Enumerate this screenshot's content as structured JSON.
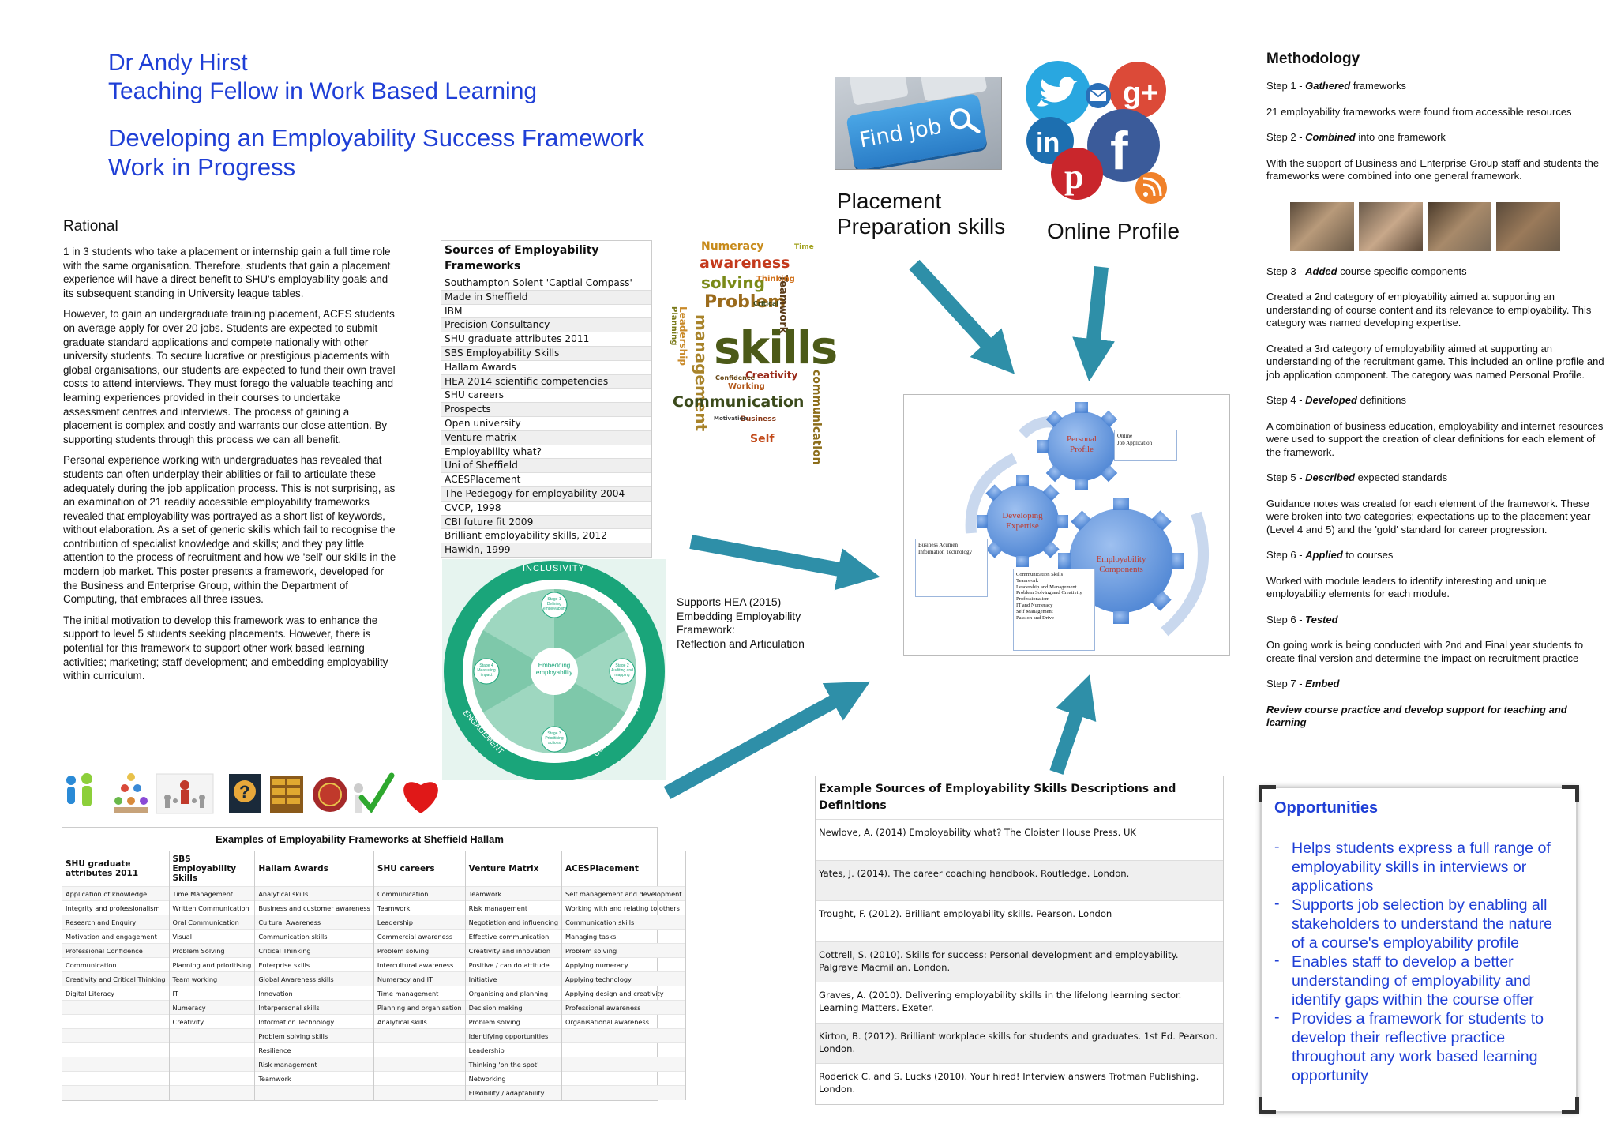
{
  "header": {
    "name": "Dr Andy Hirst",
    "role": "Teaching Fellow in Work Based Learning",
    "title_line1": "Developing an Employability Success Framework",
    "title_line2": "Work in Progress"
  },
  "rational": {
    "heading": "Rational",
    "paragraphs": [
      "1 in 3 students who take a placement or internship gain a full time role with the same organisation. Therefore, students that gain a placement experience will have a direct benefit to SHU's employability goals and its subsequent standing in University league tables.",
      "However, to gain an undergraduate training placement, ACES students on average apply for over 20 jobs. Students are expected to submit graduate standard applications and compete nationally with other university students. To secure lucrative or prestigious placements with global organisations, our students are expected to fund their own travel costs to attend interviews. They must forego the valuable teaching and learning experiences provided in their courses to undertake assessment centres and interviews. The process of gaining a placement is complex and costly and warrants our close attention. By supporting students through this process we can all benefit.",
      "Personal experience working with undergraduates has revealed that students can often underplay their abilities or fail to articulate these adequately during the job application process. This is not surprising, as an examination of 21 readily accessible employability frameworks revealed that employability was portrayed as a short list of keywords, without elaboration. As a set of generic skills which fail to recognise the contribution of specialist knowledge and skills; and they pay little attention to the process of recruitment and how we 'sell' our skills in the modern job market. This poster presents a framework, developed for the Business and Enterprise Group, within the Department of Computing, that embraces all three issues.",
      "The initial motivation to develop this framework was to enhance the support to level 5 students seeking placements. However, there is potential for this framework to support other work based learning activities; marketing; staff development; and embedding employability within curriculum."
    ]
  },
  "sources": {
    "heading": "Sources of Employability Frameworks",
    "items": [
      "Southampton Solent 'Captial Compass'",
      "Made in Sheffield",
      "IBM",
      "Precision Consultancy",
      "SHU graduate attributes 2011",
      "SBS Employability Skills",
      "Hallam Awards",
      "HEA 2014 scientific competencies",
      "SHU careers",
      "Prospects",
      "Open university",
      "Venture matrix",
      "Employability what?",
      "Uni of Sheffield",
      "ACESPlacement",
      "The Pedegogy for employability 2004",
      "CVCP, 1998",
      "CBI future fit 2009",
      "Brilliant employability skills, 2012",
      "Hawkin, 1999"
    ]
  },
  "wordcloud": {
    "words": [
      "Numeracy",
      "awareness",
      "solving",
      "Problem",
      "management",
      "skills",
      "Communication",
      "Creativity",
      "communication",
      "Leadership",
      "Teamwork",
      "Planning",
      "Self",
      "Time",
      "Working",
      "Thinking",
      "Business",
      "Critical",
      "Motivation",
      "Confidence"
    ]
  },
  "photos": {
    "find_job": "Find job",
    "placement_label_1": "Placement",
    "placement_label_2": "Preparation skills",
    "online_label": "Online Profile"
  },
  "wheel": {
    "ring_top": "INCLUSIVITY",
    "ring_left": "ENGAGEMENT",
    "ring_right": "COLLABORATION",
    "center": "Embedding employability",
    "stages": [
      "Stage 1 Defining employability",
      "Stage 2 Auditing and mapping",
      "Stage 3 Prioritising actions",
      "Stage 4 Measuring impact"
    ]
  },
  "hea": {
    "lines": [
      "Supports HEA (2015)",
      "Embedding Employability",
      "Framework:",
      "Reflection and Articulation"
    ]
  },
  "diagram": {
    "gear_personal": "Personal Profile",
    "gear_developing": "Developing Expertise",
    "gear_employability": "Employability Components",
    "personal_items": [
      "Online",
      "Job Application"
    ],
    "developing_items": [
      "Business Acumen",
      "Information Technology"
    ],
    "employability_items": [
      "Communication Skills",
      "Teamwork",
      "Leadership and Management",
      "Problem Solving and Creativity",
      "Professionalism",
      "IT and Numeracy",
      "Self Management",
      "Passion and Drive"
    ]
  },
  "methodology": {
    "title": "Methodology",
    "step1_pre": "Step 1 - ",
    "step1_em": "Gathered",
    "step1_post": " frameworks",
    "step1_text": "21 employability frameworks were found from accessible resources",
    "step2_pre": "Step 2 - ",
    "step2_em": "Combined",
    "step2_post": " into one framework",
    "step2_text": "With the support of Business and Enterprise Group staff and students the frameworks were combined into one general framework.",
    "step3_pre": "Step 3 - ",
    "step3_em": "Added",
    "step3_post": " course specific components",
    "step3_text1": "Created a 2nd category of employability aimed at supporting an understanding of course content and its relevance to employability. This category was named developing expertise.",
    "step3_text2": "Created a 3rd category of employability aimed at supporting an understanding of the recruitment game. This included an online profile and job application component. The category was named Personal Profile.",
    "step4_pre": "Step 4 - ",
    "step4_em": "Developed",
    "step4_post": " definitions",
    "step4_text": "A combination of business education, employability and internet resources were used to support the creation of clear definitions for each element of the framework.",
    "step5_pre": "Step 5 - ",
    "step5_em": "Described",
    "step5_post": " expected standards",
    "step5_text": "Guidance notes was created for each element of the framework. These were broken into two categories;  expectations up to the placement year (Level 4 and 5) and the 'gold' standard for career progression.",
    "step6a_pre": "Step 6 - ",
    "step6a_em": "Applied",
    "step6a_post": " to courses",
    "step6a_text": "Worked with module leaders to identify interesting and unique employability elements for each module.",
    "step6b_pre": "Step 6 - ",
    "step6b_em": "Tested",
    "step6b_text": "On going work is being conducted with 2nd and Final year students to create final version and determine the impact on recruitment practice",
    "step7_pre": "Step 7 - ",
    "step7_em": "Embed",
    "step7_text": "Review course practice and develop support for teaching and learning"
  },
  "frameworks_table": {
    "caption": "Examples of Employability Frameworks at Sheffield Hallam",
    "headers": [
      "SHU graduate attributes 2011",
      "SBS Employability Skills",
      "Hallam Awards",
      "SHU careers",
      "Venture Matrix",
      "ACESPlacement"
    ],
    "rows": [
      [
        "Application of knowledge",
        "Time Management",
        "Analytical skills",
        "Communication",
        "Teamwork",
        "Self management and development"
      ],
      [
        "Integrity and professionalism",
        "Written Communication",
        "Business and customer awareness",
        "Teamwork",
        "Risk management",
        "Working with and relating to others"
      ],
      [
        "Research and Enquiry",
        "Oral Communication",
        "Cultural Awareness",
        "Leadership",
        "Negotiation and influencing",
        "Communication skills"
      ],
      [
        "Motivation and engagement",
        "Visual",
        "Communication skills",
        "Commercial awareness",
        "Effective communication",
        "Managing tasks"
      ],
      [
        "Professional Confidence",
        "Problem Solving",
        "Critical Thinking",
        "Problem solving",
        "Creativity and innovation",
        "Problem solving"
      ],
      [
        "Communication",
        "Planning and prioritising",
        "Enterprise skills",
        "Intercultural awareness",
        "Positive / can do attitude",
        "Applying numeracy"
      ],
      [
        "Creativity and Critical Thinking",
        "Team working",
        "Global Awareness skills",
        "Numeracy and IT",
        "Initiative",
        "Applying technology"
      ],
      [
        "Digital Literacy",
        "IT",
        "Innovation",
        "Time management",
        "Organising and planning",
        "Applying design and creativity"
      ],
      [
        "",
        "Numeracy",
        "Interpersonal skills",
        "Planning and organisation",
        "Decision making",
        "Professional awareness"
      ],
      [
        "",
        "Creativity",
        "Information Technology",
        "Analytical skills",
        "Problem solving",
        "Organisational awareness"
      ],
      [
        "",
        "",
        "Problem solving skills",
        "",
        "Identifying opportunities",
        ""
      ],
      [
        "",
        "",
        "Resilience",
        "",
        "Leadership",
        ""
      ],
      [
        "",
        "",
        "Risk management",
        "",
        "Thinking 'on the spot'",
        ""
      ],
      [
        "",
        "",
        "Teamwork",
        "",
        "Networking",
        ""
      ],
      [
        "",
        "",
        "",
        "",
        "Flexibility / adaptability",
        ""
      ]
    ]
  },
  "examples": {
    "heading": "Example Sources of Employability Skills Descriptions and Definitions",
    "items": [
      "Newlove, A. (2014) Employability what? The Cloister House Press. UK",
      "Yates, J. (2014). The career coaching handbook. Routledge. London.",
      "Trought, F. (2012). Brilliant employability skills. Pearson. London",
      "Cottrell, S. (2010). Skills for success: Personal development and employability. Palgrave Macmillan. London.",
      "Graves, A. (2010). Delivering employability skills in the lifelong learning sector. Learning Matters. Exeter.",
      "Kirton, B. (2012). Brilliant workplace skills for students and graduates. 1st Ed. Pearson. London.",
      "Roderick C. and S. Lucks (2010). Your hired! Interview answers Trotman Publishing. London."
    ]
  },
  "opportunities": {
    "title": "Opportunities",
    "items": [
      "Helps students express a full range of employability skills in interviews or applications",
      "Supports job selection by enabling all stakeholders to understand the nature of a course's employability profile",
      "Enables staff to develop a better understanding of employability and identify gaps within the course offer",
      "Provides a framework for students to develop their reflective practice throughout any work based learning opportunity"
    ]
  },
  "colors": {
    "accent_blue": "#1f3fd6",
    "arrow_teal": "#2e8fa8",
    "wheel_green": "#1aa57a",
    "gear_blue": "#5b8fd8"
  },
  "icons": [
    "people-icon",
    "team-pyramid-icon",
    "chess-icon",
    "question-head-icon",
    "gold-bars-icon",
    "seal-icon",
    "checkmark-person-icon",
    "heart-icon"
  ]
}
